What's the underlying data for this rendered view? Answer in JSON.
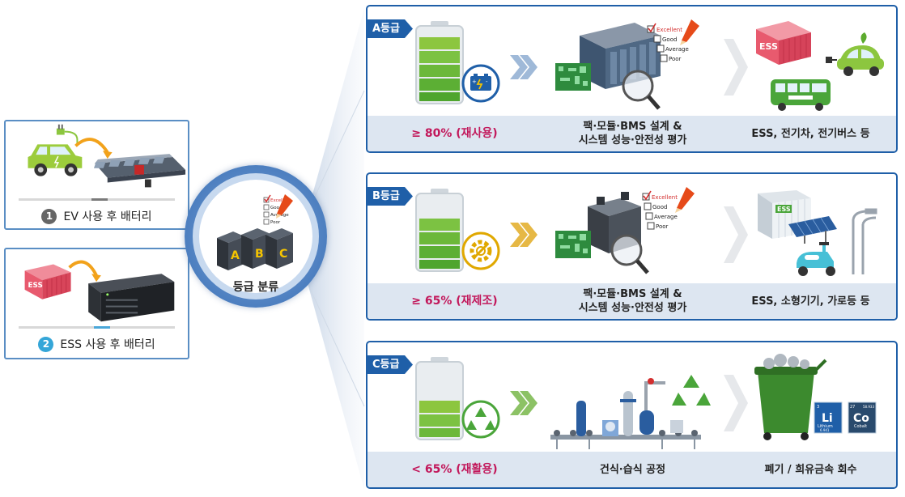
{
  "sources": [
    {
      "number": "1",
      "label": "EV 사용 후 배터리"
    },
    {
      "number": "2",
      "label": "ESS 사용 후 배터리"
    }
  ],
  "hub": {
    "label": "등급 분류",
    "cell_letters": [
      "A",
      "B",
      "C"
    ],
    "checklist": [
      "Excellent",
      "Good",
      "Average",
      "Poor"
    ]
  },
  "container_label": "ESS",
  "grades": [
    {
      "tab": "A등급",
      "threshold": "≥ 80%  (재사용)",
      "process_line1": "팩·모듈·BMS 설계  &",
      "process_line2": "시스템 성능·안전성 평가",
      "applications": "ESS, 전기차, 전기버스 등"
    },
    {
      "tab": "B등급",
      "threshold": "≥ 65%  (재제조)",
      "process_line1": "팩·모듈·BMS 설계  &",
      "process_line2": "시스템 성능·안전성 평가",
      "applications": "ESS, 소형기기, 가로등 등"
    },
    {
      "tab": "C등급",
      "threshold": "< 65%  (재활용)",
      "process_line1": "건식·습식 공정",
      "process_line2": "",
      "applications": "폐기 / 희유금속 회수"
    }
  ],
  "elements": {
    "lithium": {
      "number": "3",
      "symbol": "Li",
      "name": "Lithium",
      "mass": "6.941"
    },
    "cobalt": {
      "number": "27",
      "symbol": "Co",
      "name": "Cobalt",
      "mass": "58.933"
    }
  },
  "colors": {
    "panel_border": "#1f5fa8",
    "tab": "#1f5fa8",
    "threshold_text": "#c2185b",
    "band": "#dde6f1",
    "battery_green": "#7cc242",
    "arrow_a": "#9fb9d8",
    "arrow_b": "#e6b845",
    "arrow_c": "#8cc265"
  }
}
